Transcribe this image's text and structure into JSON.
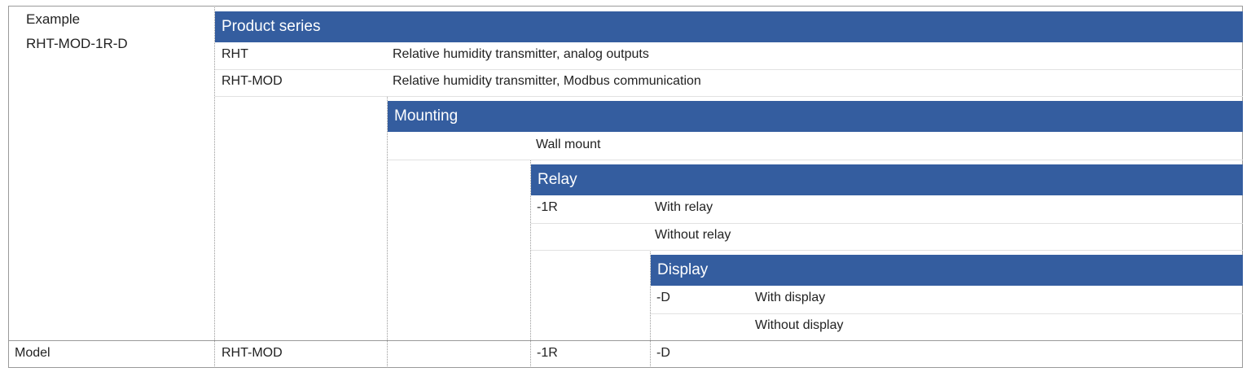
{
  "example": {
    "label": "Example",
    "code": "RHT-MOD-1R-D"
  },
  "product_series": {
    "title": "Product series",
    "rows": [
      {
        "code": "RHT",
        "description": "Relative humidity transmitter, analog outputs"
      },
      {
        "code": "RHT-MOD",
        "description": "Relative humidity transmitter, Modbus communication"
      }
    ]
  },
  "mounting": {
    "title": "Mounting",
    "rows": [
      {
        "code": "",
        "description": "Wall mount"
      }
    ]
  },
  "relay": {
    "title": "Relay",
    "rows": [
      {
        "code": "-1R",
        "description": "With relay"
      },
      {
        "code": "",
        "description": "Without relay"
      }
    ]
  },
  "display": {
    "title": "Display",
    "rows": [
      {
        "code": "-D",
        "description": "With display"
      },
      {
        "code": "",
        "description": "Without display"
      }
    ]
  },
  "model_row": {
    "label": "Model",
    "series": "RHT-MOD",
    "mounting": "",
    "relay": "-1R",
    "display": "-D"
  },
  "colors": {
    "header_bg": "#345d9f",
    "header_text": "#ffffff"
  }
}
